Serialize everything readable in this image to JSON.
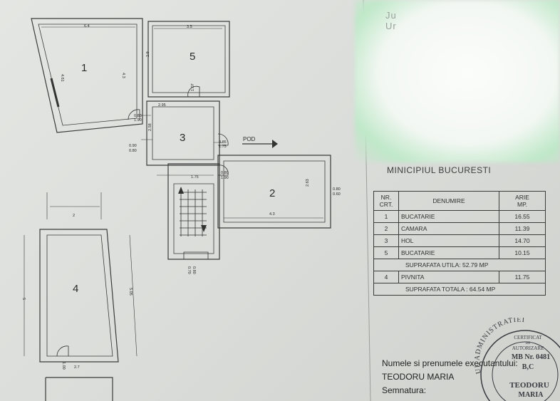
{
  "header": {
    "redacted_prefix_1": "Ju",
    "redacted_prefix_2": "Ur",
    "city": "MINICIPIUL BUCURESTI"
  },
  "plan": {
    "rooms": [
      "1",
      "2",
      "3",
      "4",
      "5"
    ],
    "pod_label": "POD",
    "dims": {
      "r1_top": "6.4",
      "r1_left": "4.61",
      "r1_right": "4.3",
      "r5_top": "3.5",
      "r5_left": "2.9",
      "r5_door": "1.07",
      "hall_top": "2.95",
      "hall_left": "2.58",
      "door1": "0.83",
      "door1b": "1.90",
      "door_pod": "0.85",
      "door_pod_b": "1.75",
      "win_left_a": "0.90",
      "win_left_b": "0.80",
      "stair": "1.75",
      "door2": "0.80",
      "door2b": "1.90",
      "r2_w": "4.3",
      "r2_h": "2.63",
      "r2_win_a": "0.80",
      "r2_win_b": "0.60",
      "stair_bot_a": "0.70",
      "stair_bot_b": "0.80",
      "r4_top": "2",
      "r4_left": "5",
      "r4_right": "5.05",
      "r4_bot": "2.7",
      "r4_door": "1.00"
    }
  },
  "table": {
    "headers": {
      "nr": "NR.\nCRT.",
      "name": "DENUMIRE",
      "area": "ARIE\nMP."
    },
    "rows": [
      {
        "nr": "1",
        "name": "BUCATARIE",
        "area": "16.55"
      },
      {
        "nr": "2",
        "name": "CAMARA",
        "area": "11.39"
      },
      {
        "nr": "3",
        "name": "HOL",
        "area": "14.70"
      },
      {
        "nr": "5",
        "name": "BUCATARIE",
        "area": "10.15"
      }
    ],
    "util": "SUPRAFATA UTILA: 52.79 MP",
    "row4": {
      "nr": "4",
      "name": "PIVNITA",
      "area": "11.75"
    },
    "total": "SUPRAFATA TOTALA : 64.54 MP"
  },
  "footer": {
    "exec_label": "Numele si prenumele executantului:",
    "exec_name": "TEODORU MARIA",
    "sign_label": "Semnatura:"
  },
  "stamp": {
    "ring": "UL ADMINISTRATIEI",
    "cert": "CERTIFICAT",
    "de": "DE",
    "aut": "AUTORIZARE",
    "num": "MB Nr. 0481",
    "cat": "B,C",
    "name1": "TEODORU",
    "name2": "MARIA"
  }
}
